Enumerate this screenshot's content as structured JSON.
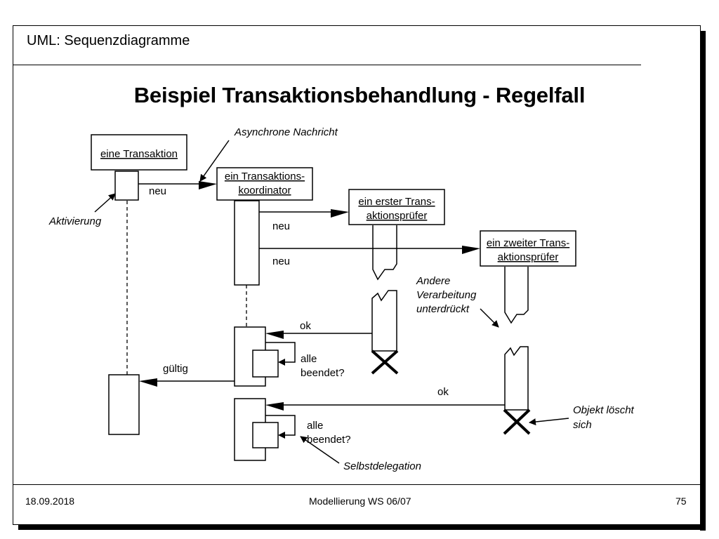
{
  "slide": {
    "section_title": "UML: Sequenzdiagramme",
    "title": "Beispiel Transaktionsbehandlung - Regelfall"
  },
  "objects": [
    {
      "id": "transaktion",
      "label": "eine Transaktion"
    },
    {
      "id": "koordinator",
      "label_line1": "ein Transaktions-",
      "label_line2": "koordinator"
    },
    {
      "id": "pruefer1",
      "label_line1": "ein erster Trans-",
      "label_line2": "aktionsprüfer"
    },
    {
      "id": "pruefer2",
      "label_line1": "ein zweiter Trans-",
      "label_line2": "aktionsprüfer"
    }
  ],
  "messages": {
    "neu_1": "neu",
    "neu_2": "neu",
    "neu_3": "neu",
    "ok_1": "ok",
    "ok_2": "ok",
    "gueltig": "gültig",
    "self_1_line1": "alle",
    "self_1_line2": "beendet?",
    "self_2_line1": "alle",
    "self_2_line2": "beendet?"
  },
  "annotations": {
    "asynchrone_nachricht": "Asynchrone Nachricht",
    "aktivierung": "Aktivierung",
    "andere_line1": "Andere",
    "andere_line2": "Verarbeitung",
    "andere_line3": "unterdrückt",
    "objekt_loescht_line1": "Objekt löscht",
    "objekt_loescht_line2": "sich",
    "selbstdelegation": "Selbstdelegation"
  },
  "footer": {
    "date": "18.09.2018",
    "course": "Modellierung WS 06/07",
    "page": "75"
  }
}
